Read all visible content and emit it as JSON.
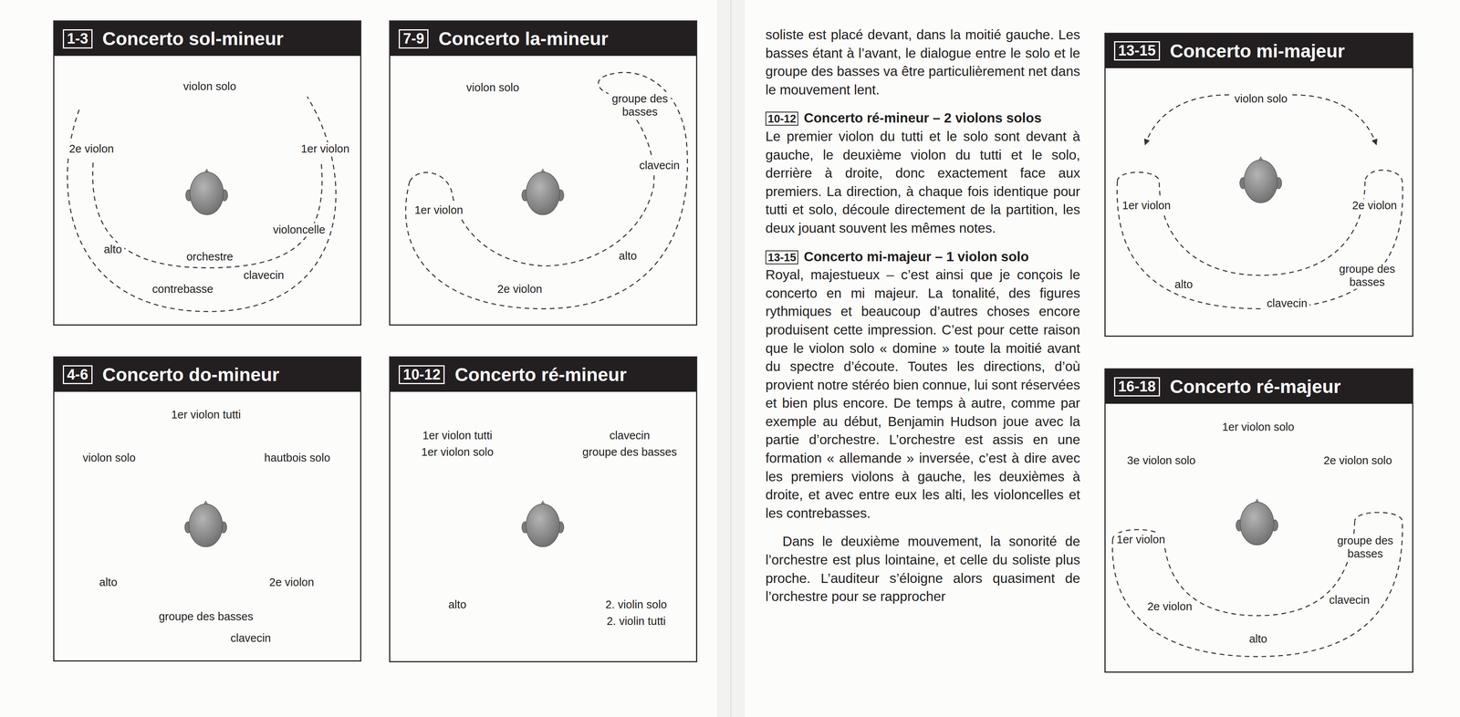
{
  "diagram": {
    "nodes": [
      {
        "text": [
          "1-3",
          "Concerto sol-mineur",
          "violon solo",
          "2e violon",
          "1er violon",
          "alto",
          "orchestre",
          "violoncelle",
          "clavecin",
          "contrebasse"
        ]
      },
      {
        "text": [
          "7-9",
          "Concerto la-mineur",
          "violon solo",
          "groupe des basses",
          "clavecin",
          "1er violon",
          "alto",
          "2e violon"
        ]
      },
      {
        "text": [
          "4-6",
          "Concerto do-mineur",
          "1er violon tutti",
          "violon solo",
          "hautbois solo",
          "alto",
          "2e violon",
          "groupe des basses",
          "clavecin"
        ]
      },
      {
        "text": [
          "10-12",
          "Concerto ré-mineur",
          "1er violon tutti",
          "1er violon solo",
          "clavecin",
          "groupe des basses",
          "alto",
          "2. violin solo",
          "2. violin tutti"
        ]
      },
      {
        "text": [
          "13-15",
          "Concerto mi-majeur",
          "violon solo",
          "1er violon",
          "2e violon",
          "alto",
          "groupe des basses",
          "clavecin"
        ]
      },
      {
        "text": [
          "16-18",
          "Concerto ré-majeur",
          "1er violon solo",
          "3e violon solo",
          "2e violon solo",
          "1er violon",
          "groupe des basses",
          "2e violon",
          "clavecin",
          "alto"
        ]
      }
    ],
    "labels": [
      "soliste est placé devant, dans la moitié gauche. Les basses étant à l’avant, le dialogue entre le solo et le groupe des basses va être particulièrement net dans le mouvement lent.",
      "10-12",
      "Concerto ré-mineur – 2 violons solos",
      "Le premier violon du tutti et le solo sont devant à gauche, le deuxième violon du tutti et le solo, derrière à droite, donc exactement face aux premiers. La direction, à chaque fois identique pour tutti et solo, découle directement de la partition, les deux jouant souvent les mêmes notes.",
      "13-15",
      "Concerto mi-majeur – 1 violon solo",
      "Royal, majestueux – c’est ainsi que je conçois le concerto en mi majeur. La tonalité, des figures rythmiques et beaucoup d’autres choses encore produisent cette impression. C’est pour cette raison que le violon solo « domine » toute la moitié avant du spectre d’écoute. Toutes les directions, d’où provient notre stéréo bien connue, lui sont réservées et bien plus encore. De temps à autre, comme par exemple au début, Benjamin Hudson joue avec la partie d’orchestre. L’orchestre est assis en une formation « allemande » inversée, c’est à dire avec les premiers violons à gauche, les deuxièmes à droite, et avec entre eux les alti, les violoncelles et les contrebasses.",
      "Dans le deuxième mouvement, la sonorité de l’orchestre est plus lointaine, et celle du soliste plus proche. L’auditeur s’éloigne alors quasiment de l’orchestre pour se rapprocher"
    ]
  }
}
